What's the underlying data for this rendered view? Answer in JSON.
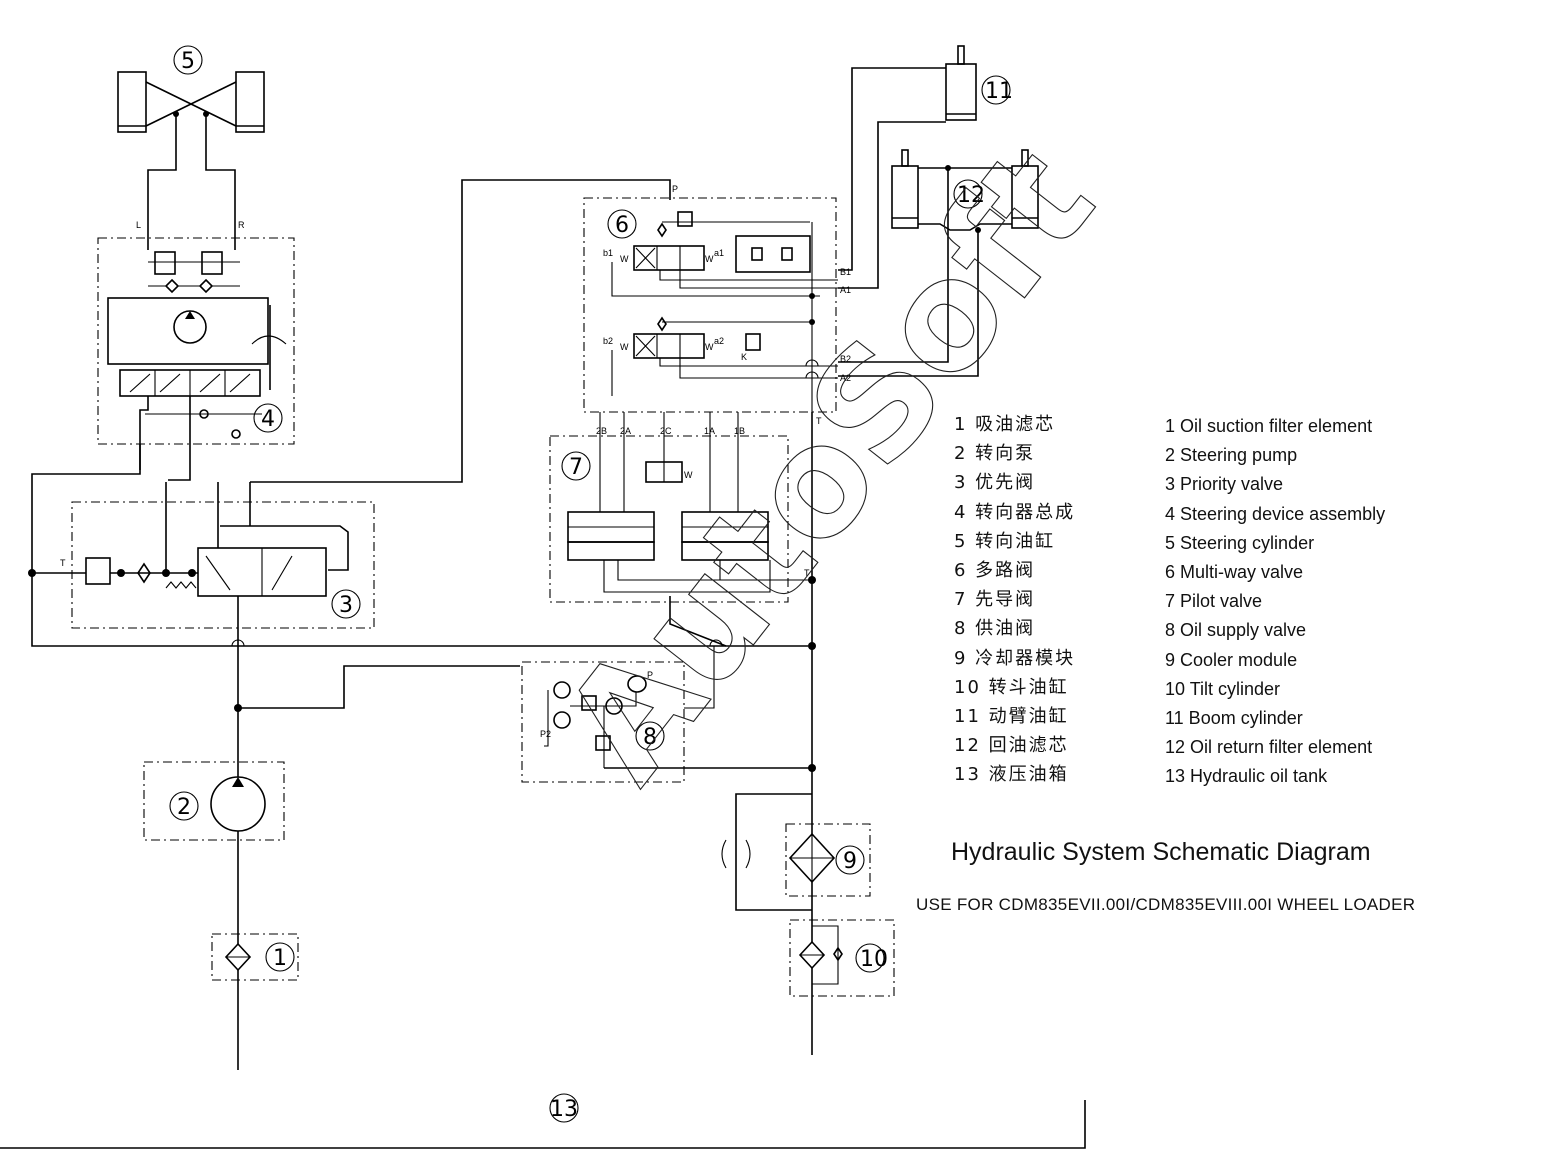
{
  "watermark": "AutoSoft",
  "title": "Hydraulic System Schematic Diagram",
  "subtitle": "USE FOR CDM835EVII.00I/CDM835EVIII.00I WHEEL LOADER",
  "legend_cn": [
    "1 吸油滤芯",
    "2 转向泵",
    "3 优先阀",
    "4 转向器总成",
    "5 转向油缸",
    "6 多路阀",
    "7 先导阀",
    "8 供油阀",
    "9 冷却器模块",
    "10 转斗油缸",
    "11 动臂油缸",
    "12 回油滤芯",
    "13 液压油箱"
  ],
  "legend_en": [
    "1 Oil suction filter element",
    "2 Steering pump",
    "3  Priority valve",
    "4 Steering device assembly",
    "5 Steering cylinder",
    "6 Multi-way valve",
    "7  Pilot valve",
    "8  Oil supply valve",
    "9  Cooler module",
    "10 Tilt cylinder",
    "11 Boom cylinder",
    "12  Oil return filter element",
    "13 Hydraulic oil tank"
  ],
  "component_numbers": [
    "1",
    "2",
    "3",
    "4",
    "5",
    "6",
    "7",
    "8",
    "9",
    "10",
    "11",
    "12",
    "13"
  ],
  "port_labels": {
    "L": "L",
    "R": "R",
    "T": "T",
    "P": "P",
    "b1": "b1",
    "a1": "a1",
    "b2": "b2",
    "a2": "a2",
    "B1": "B1",
    "A1": "A1",
    "B2": "B2",
    "A2": "A2",
    "K": "K",
    "P2": "P2",
    "p2B": "2B",
    "p2A": "2A",
    "p2C": "2C",
    "p1A": "1A",
    "p1B": "1B"
  }
}
